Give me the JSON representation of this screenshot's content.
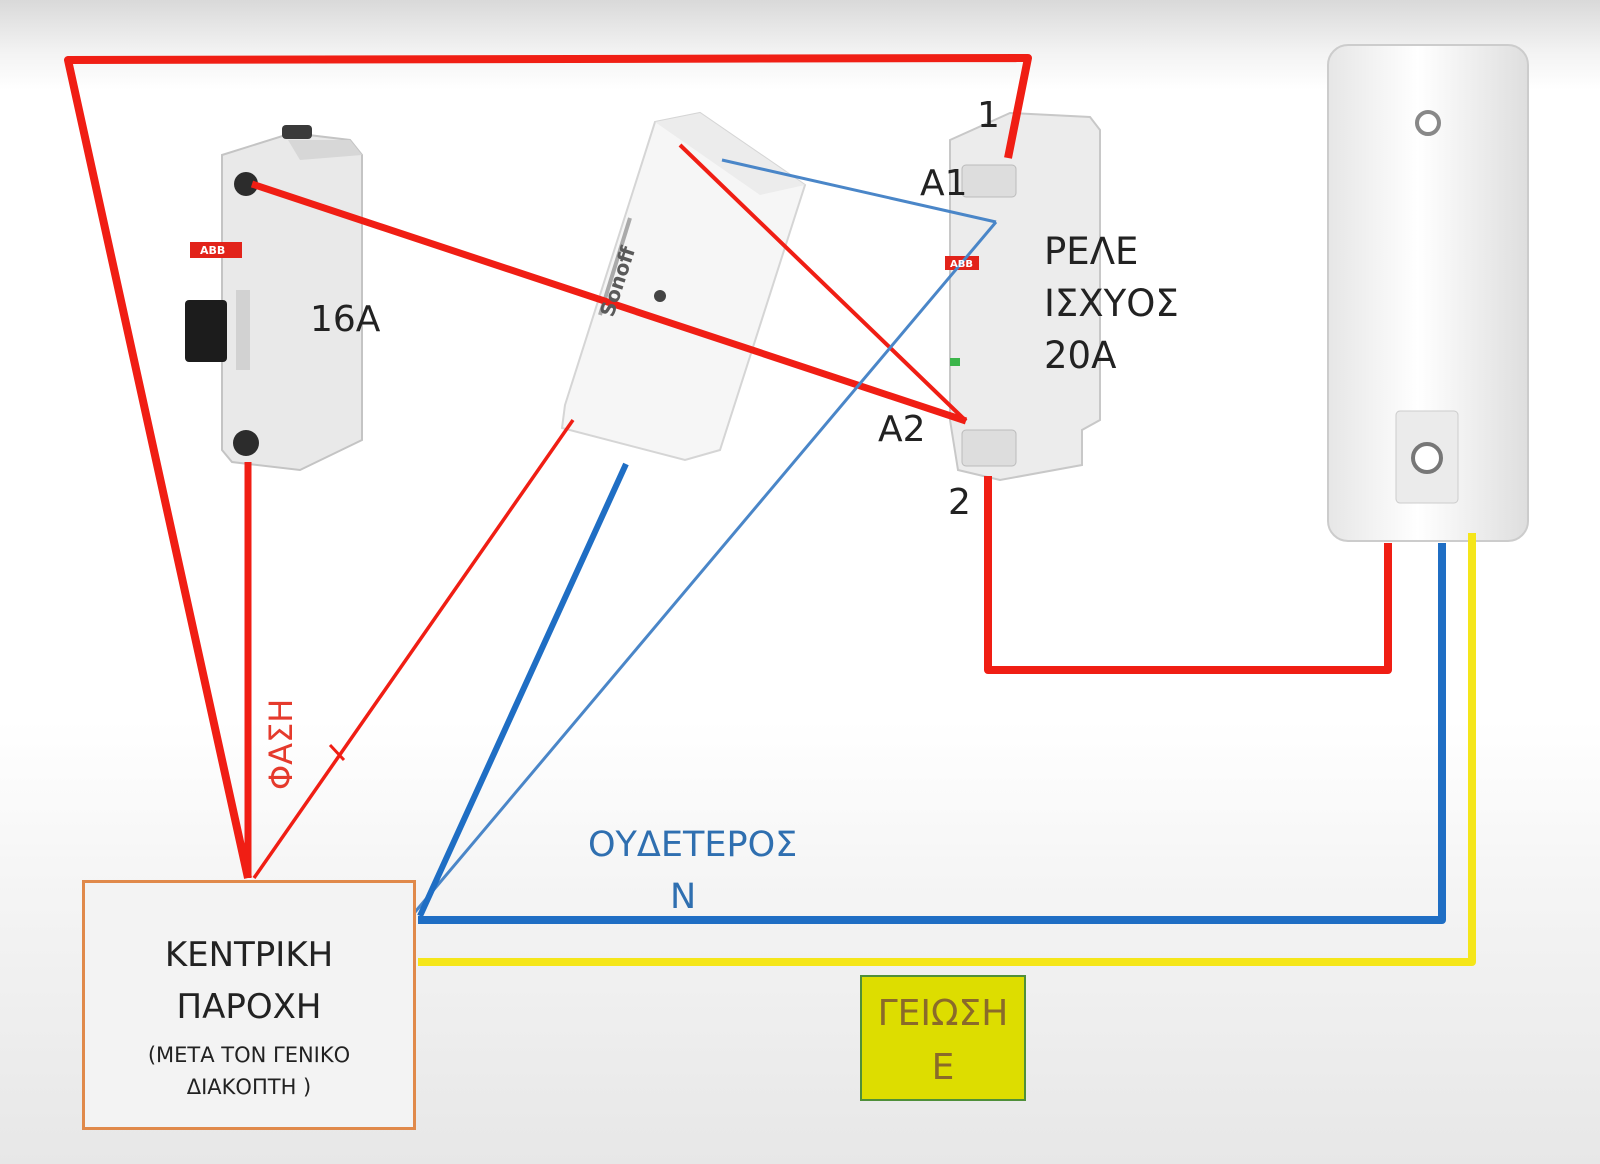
{
  "breaker": {
    "rating_label": "16A",
    "brand_mark": "ABB"
  },
  "smart_switch": {
    "brand_mark": "Sonoff"
  },
  "contactor": {
    "label_line1": "ΡΕΛΕ",
    "label_line2": "ΙΣΧΥΟΣ",
    "label_line3": "20A",
    "terminal_1": "1",
    "terminal_2": "2",
    "terminal_a1": "A1",
    "terminal_a2": "A2",
    "brand_mark": "ABB"
  },
  "wires": {
    "phase_label": "ΦΑΣΗ",
    "neutral_label": "ΟΥΔΕΤΕΡΟΣ",
    "neutral_symbol": "N",
    "earth_label": "ΓΕΙΩΣΗ",
    "earth_symbol": "E"
  },
  "supply": {
    "line1": "ΚΕΝΤΡΙΚΗ",
    "line2": "ΠΑΡΟΧΗ",
    "note_line1": "(ΜΕΤΑ ΤΟΝ ΓΕΝΙΚΟ",
    "note_line2": "ΔΙΑΚΟΠΤΗ )"
  },
  "colors": {
    "phase": "#f01e14",
    "neutral": "#1f6ec4",
    "neutral_thin": "#4a86c8",
    "earth": "#f5e61a",
    "supply_border": "#e0894a",
    "earth_box_fill": "#dddd00"
  }
}
